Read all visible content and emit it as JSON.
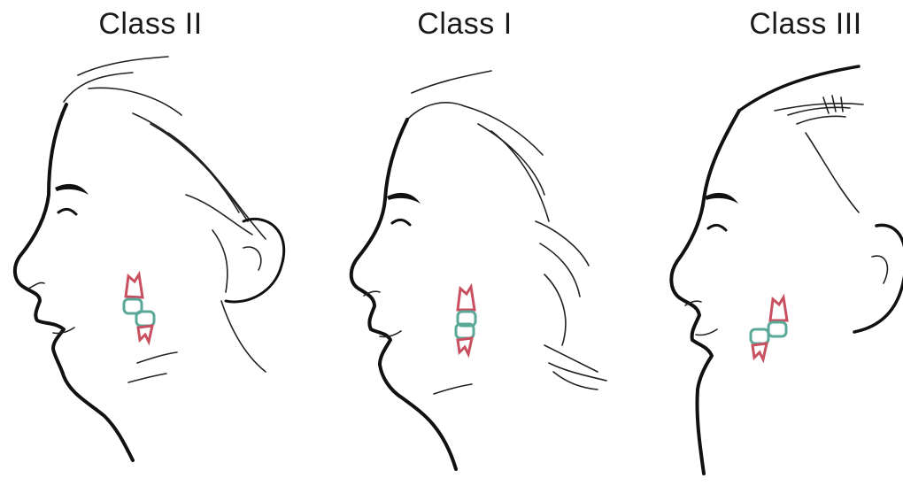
{
  "panels": [
    {
      "title": "Class II"
    },
    {
      "title": "Class I"
    },
    {
      "title": "Class III"
    }
  ],
  "colors": {
    "upper_molar": "#c85060",
    "lower_molar": "#5aa898",
    "line": "#111111"
  }
}
